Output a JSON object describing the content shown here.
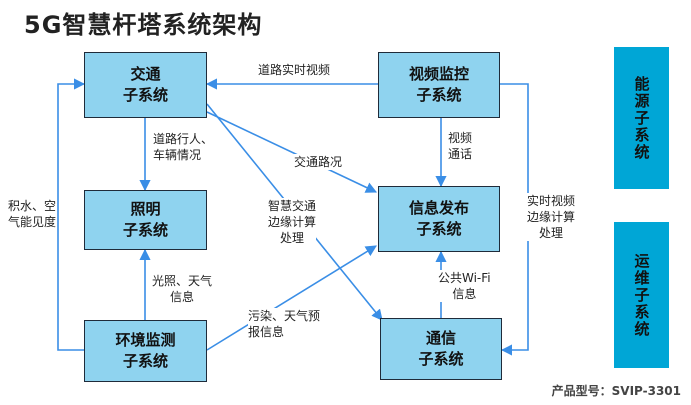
{
  "title": "5G智慧杆塔系统架构",
  "nodes": {
    "traffic": [
      "交通",
      "子系统"
    ],
    "video": [
      "视频监控",
      "子系统"
    ],
    "lighting": [
      "照明",
      "子系统"
    ],
    "info": [
      "信息发布",
      "子系统"
    ],
    "env": [
      "环境监测",
      "子系统"
    ],
    "comm": [
      "通信",
      "子系统"
    ]
  },
  "side_boxes": {
    "energy": "能源子系统",
    "ops": "运维子系统"
  },
  "edge_labels": {
    "road_realtime_video": [
      "道路实时视频"
    ],
    "pedestrians_vehicles": [
      "道路行人、",
      "车辆情况"
    ],
    "traffic_conditions": [
      "交通路况"
    ],
    "video_comm": [
      "视频",
      "通话"
    ],
    "smart_traffic_edge": [
      "智慧交通",
      "边缘计算",
      "处理"
    ],
    "water_air": [
      "积水、空",
      "气能见度"
    ],
    "realtime_video_edge": [
      "实时视频",
      "边缘计算",
      "处理"
    ],
    "light_weather": [
      "光照、天气",
      "信息"
    ],
    "public_wifi": [
      "公共Wi-Fi",
      "信息"
    ],
    "pollution_weather": [
      "污染、天气预",
      "报信息"
    ]
  },
  "product_model": "产品型号：SVIP-3301",
  "colors": {
    "node_fill": "#8fd3ef",
    "side_fill": "#00a6d6",
    "arrow": "#3a8ee6",
    "border": "#1f2b3a"
  }
}
